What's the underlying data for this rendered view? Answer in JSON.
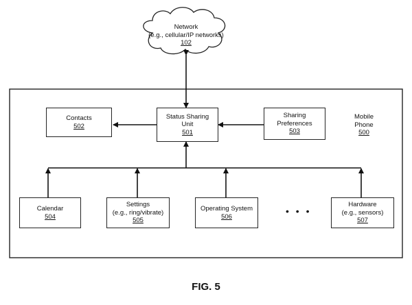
{
  "network": {
    "line1": "Network",
    "line2": "(e.g., cellular/IP networks)",
    "ref": "102"
  },
  "phone": {
    "line1": "Mobile",
    "line2": "Phone",
    "ref": "500"
  },
  "status_unit": {
    "line1": "Status Sharing",
    "line2": "Unit",
    "ref": "501"
  },
  "contacts": {
    "line1": "Contacts",
    "ref": "502"
  },
  "sharing_prefs": {
    "line1": "Sharing",
    "line2": "Preferences",
    "ref": "503"
  },
  "calendar": {
    "line1": "Calendar",
    "ref": "504"
  },
  "settings": {
    "line1": "Settings",
    "line2": "(e.g., ring/vibrate)",
    "ref": "505"
  },
  "os": {
    "line1": "Operating System",
    "ref": "506"
  },
  "hardware": {
    "line1": "Hardware",
    "line2": "(e.g., sensors)",
    "ref": "507"
  },
  "ellipsis": "• • •",
  "figure_label": "FIG. 5"
}
